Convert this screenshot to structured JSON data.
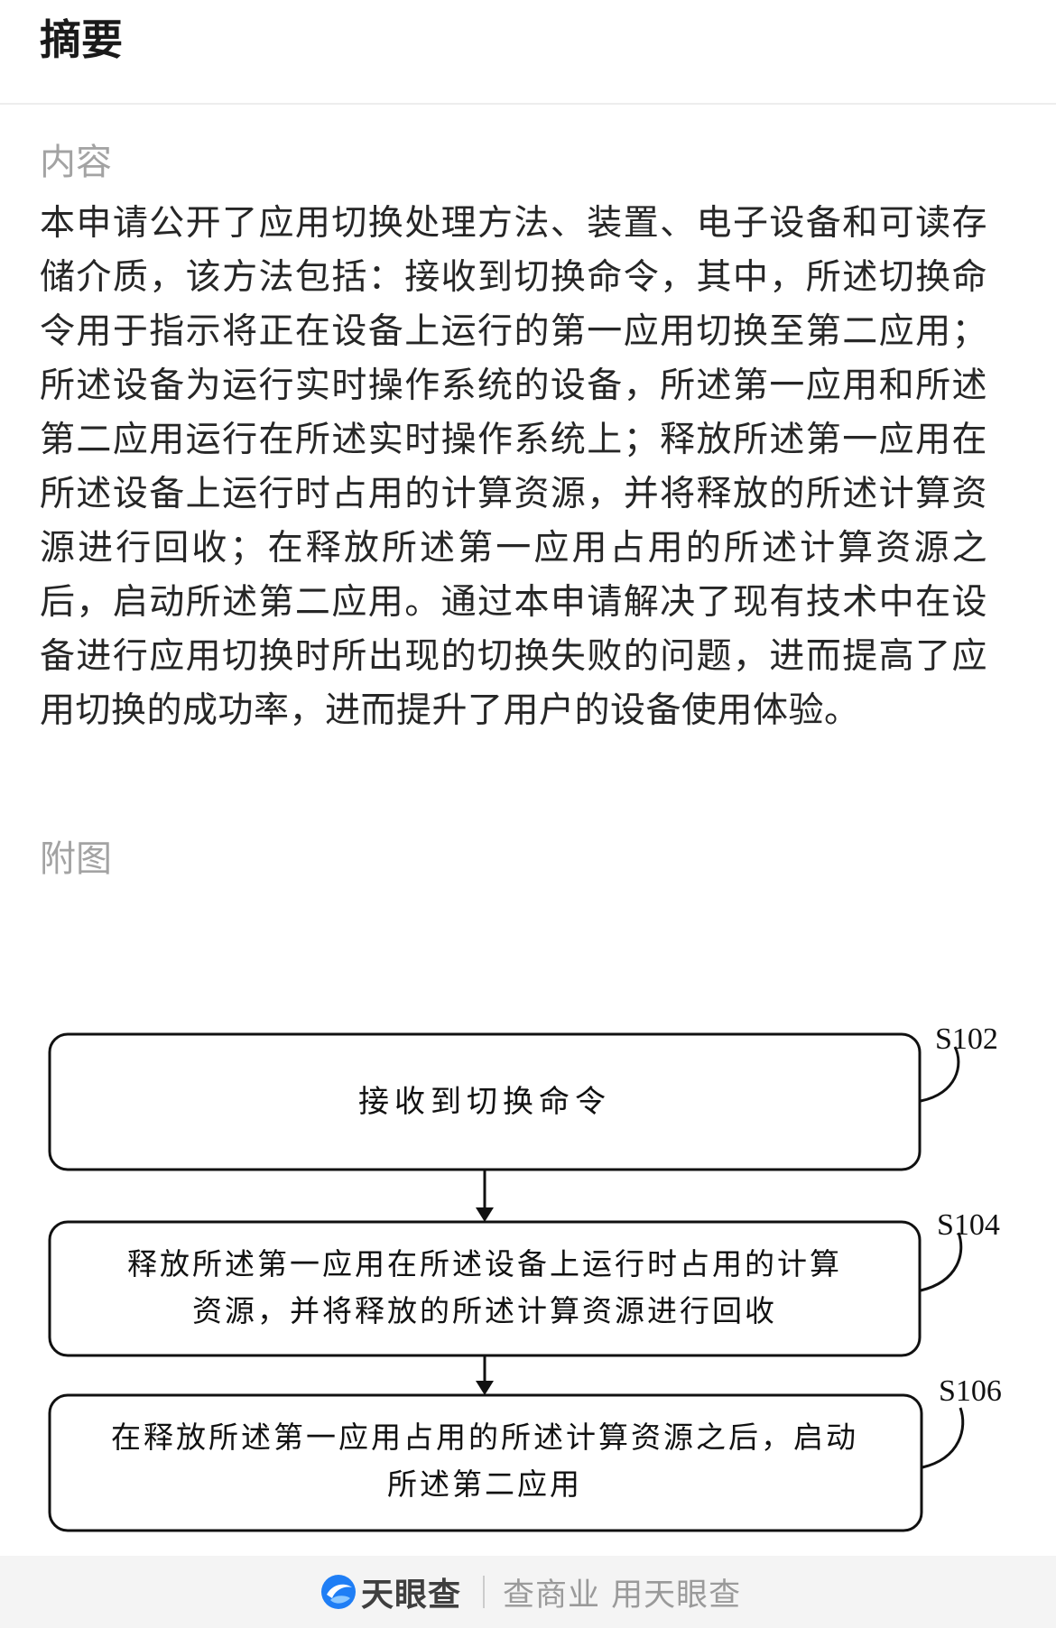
{
  "header": {
    "title": "摘要"
  },
  "content": {
    "label": "内容",
    "abstract": "本申请公开了应用切换处理方法、装置、电子设备和可读存储介质，该方法包括：接收到切换命令，其中，所述切换命令用于指示将正在设备上运行的第一应用切换至第二应用；所述设备为运行实时操作系统的设备，所述第一应用和所述第二应用运行在所述实时操作系统上；释放所述第一应用在所述设备上运行时占用的计算资源，并将释放的所述计算资源进行回收；在释放所述第一应用占用的所述计算资源之后，启动所述第二应用。通过本申请解决了现有技术中在设备进行应用切换时所出现的切换失败的问题，进而提高了应用切换的成功率，进而提升了用户的设备使用体验。"
  },
  "figure": {
    "label": "附图",
    "steps": [
      {
        "id": "S102",
        "lines": [
          "接收到切换命令"
        ]
      },
      {
        "id": "S104",
        "lines": [
          "释放所述第一应用在所述设备上运行时占用的计算",
          "资源，并将释放的所述计算资源进行回收"
        ]
      },
      {
        "id": "S106",
        "lines": [
          "在释放所述第一应用占用的所述计算资源之后，启动",
          "所述第二应用"
        ]
      }
    ]
  },
  "footer": {
    "brand": "天眼查",
    "slogan": "查商业 用天眼查",
    "logo_icon": "tianyancha-logo-icon",
    "logo_color": "#1f7ef5"
  }
}
